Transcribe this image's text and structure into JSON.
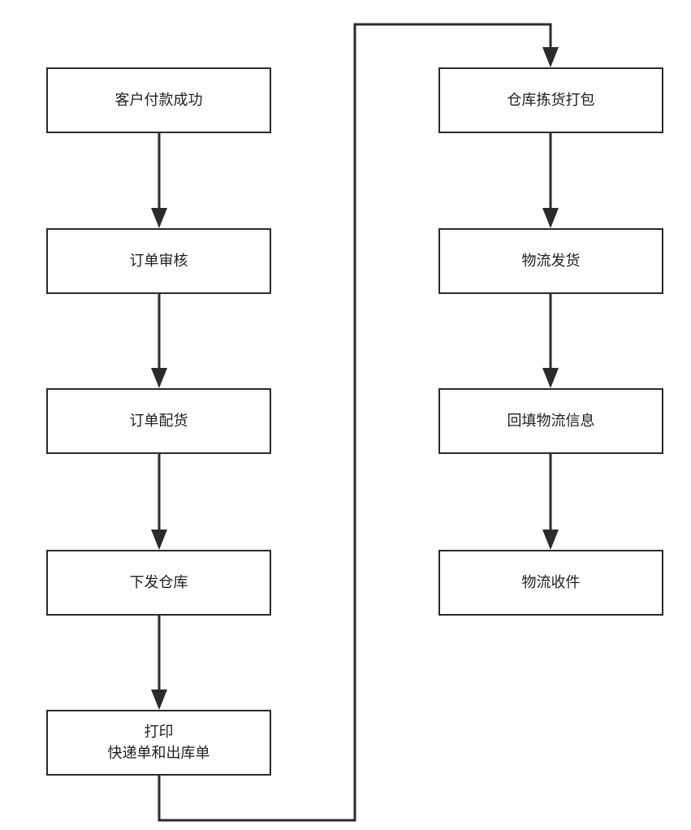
{
  "diagram": {
    "type": "flowchart",
    "colors": {
      "line": "#2b2b2b",
      "box_border": "#2b2b2b",
      "text": "#1f1f1f",
      "background": "#ffffff"
    },
    "nodes": {
      "payment": {
        "label": "客户付款成功"
      },
      "review": {
        "label": "订单审核"
      },
      "allocate": {
        "label": "订单配货"
      },
      "dispatch": {
        "label": "下发仓库"
      },
      "print": {
        "line1": "打印",
        "line2": "快递单和出库单"
      },
      "pick": {
        "label": "仓库拣货打包"
      },
      "ship": {
        "label": "物流发货"
      },
      "backfill": {
        "label": "回填物流信息"
      },
      "receive": {
        "label": "物流收件"
      }
    },
    "edges": [
      {
        "from": "payment",
        "to": "review"
      },
      {
        "from": "review",
        "to": "allocate"
      },
      {
        "from": "allocate",
        "to": "dispatch"
      },
      {
        "from": "dispatch",
        "to": "print"
      },
      {
        "from": "print",
        "to": "pick"
      },
      {
        "from": "pick",
        "to": "ship"
      },
      {
        "from": "ship",
        "to": "backfill"
      },
      {
        "from": "backfill",
        "to": "receive"
      }
    ]
  }
}
